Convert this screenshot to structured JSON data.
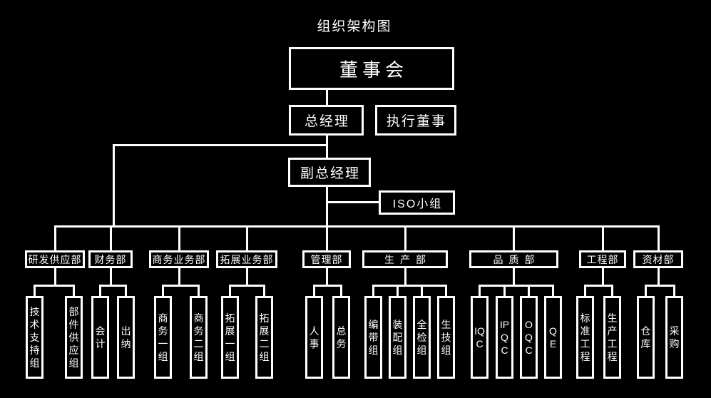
{
  "title": "组织架构图",
  "board": "董事会",
  "executives": {
    "general_manager": "总经理",
    "executive_director": "执行董事",
    "deputy_general_manager": "副总经理",
    "iso_group": "ISO小组"
  },
  "departments": [
    {
      "label": "研发供应部",
      "children": [
        "技术支持组",
        "部件供应组"
      ]
    },
    {
      "label": "财务部",
      "children": [
        "会计",
        "出纳"
      ]
    },
    {
      "label": "商务业务部",
      "children": [
        "商务一组",
        "商务二组"
      ]
    },
    {
      "label": "拓展业务部",
      "children": [
        "拓展一组",
        "拓展二组"
      ]
    },
    {
      "label": "管理部",
      "children": [
        "人事",
        "总务"
      ]
    },
    {
      "label": "生产部",
      "children": [
        "编带组",
        "装配组",
        "全检组",
        "生技组"
      ]
    },
    {
      "label": "品质部",
      "children": [
        "IQC",
        "IPQC",
        "OQC",
        "QE"
      ]
    },
    {
      "label": "工程部",
      "children": [
        "标准工程",
        "生产工程"
      ]
    },
    {
      "label": "资材部",
      "children": [
        "仓库",
        "采购"
      ]
    }
  ],
  "colors": {
    "background": "#000000",
    "foreground": "#ffffff"
  }
}
